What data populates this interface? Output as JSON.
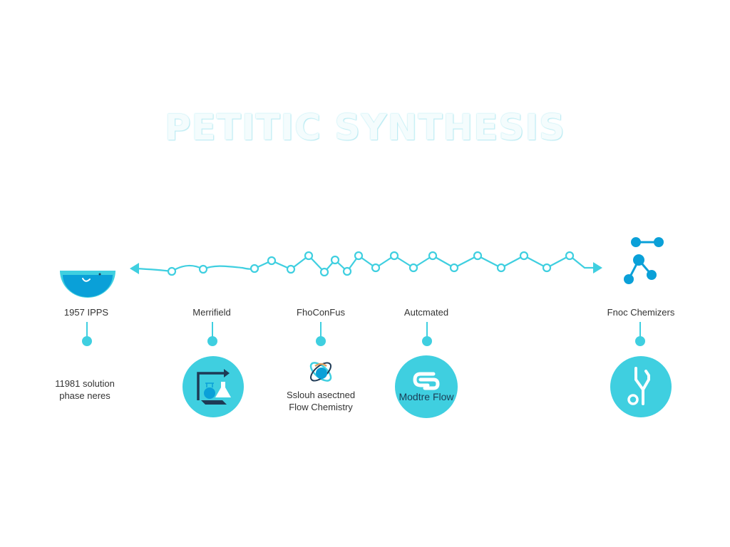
{
  "title": "PETITIC SYNTHESIS",
  "colors": {
    "accent": "#3fcfe0",
    "deep_blue": "#0aa0d8",
    "navy": "#1e3a55",
    "title_fill": "#f4fcfd"
  },
  "timeline": {
    "direction": "bidirectional",
    "arrow_left_icon": "arrow-left-icon",
    "arrow_right_icon": "arrow-right-icon"
  },
  "milestones": [
    {
      "label": "1957 IPPS",
      "icon": "bowl-icon",
      "description_lines": [
        "11981 solution",
        "phase neres"
      ]
    },
    {
      "label": "Merrifield",
      "icon": "monitor-flask-icon",
      "description_lines": []
    },
    {
      "label": "FhoConFus",
      "icon": "atom-icon",
      "description_lines": [
        "Sslouh asectned",
        "Flow Chemistry"
      ]
    },
    {
      "label": "Autcmated",
      "icon": "pipe-flow-icon",
      "circle_text": "Modtre Flow",
      "description_lines": []
    },
    {
      "label": "Fnoc Chemizers",
      "icon": "molecule-icon",
      "bottom_icon": "tuning-fork-icon",
      "description_lines": []
    }
  ]
}
